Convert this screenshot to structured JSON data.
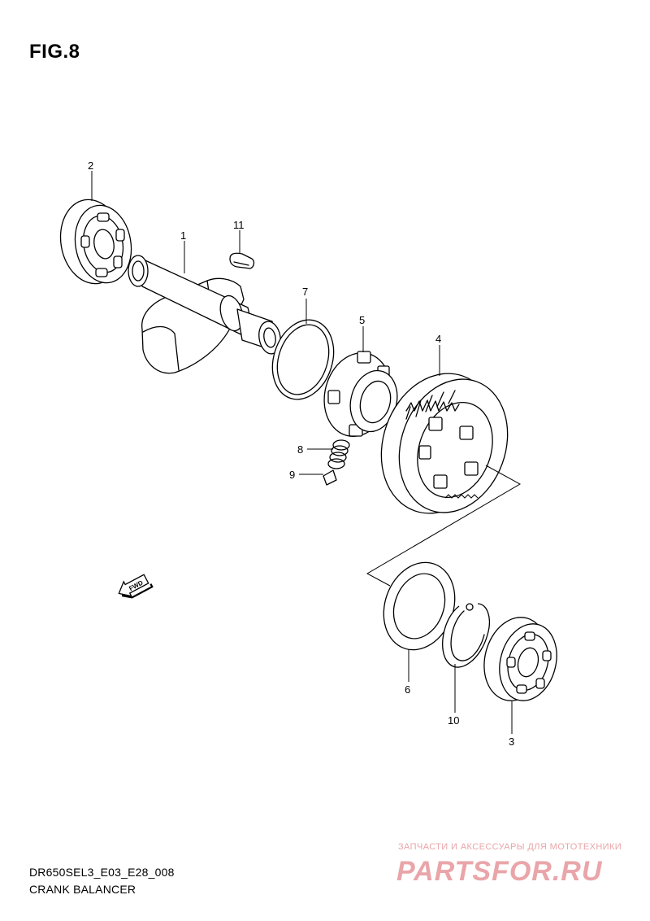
{
  "figure": {
    "title": "FIG.8"
  },
  "callouts": {
    "p1": "1",
    "p2": "2",
    "p3": "3",
    "p4": "4",
    "p5": "5",
    "p6": "6",
    "p7": "7",
    "p8": "8",
    "p9": "9",
    "p10": "10",
    "p11": "11"
  },
  "direction_badge": {
    "label": "FWD"
  },
  "footer": {
    "model_code": "DR650SEL3_E03_E28_008",
    "section_name": "CRANK BALANCER"
  },
  "watermark": {
    "tagline": "ЗАПЧАСТИ И АКСЕССУАРЫ ДЛЯ МОТОТЕХНИКИ",
    "logo_text": "PARTSFOR.RU",
    "color": "#e9a5a9"
  }
}
